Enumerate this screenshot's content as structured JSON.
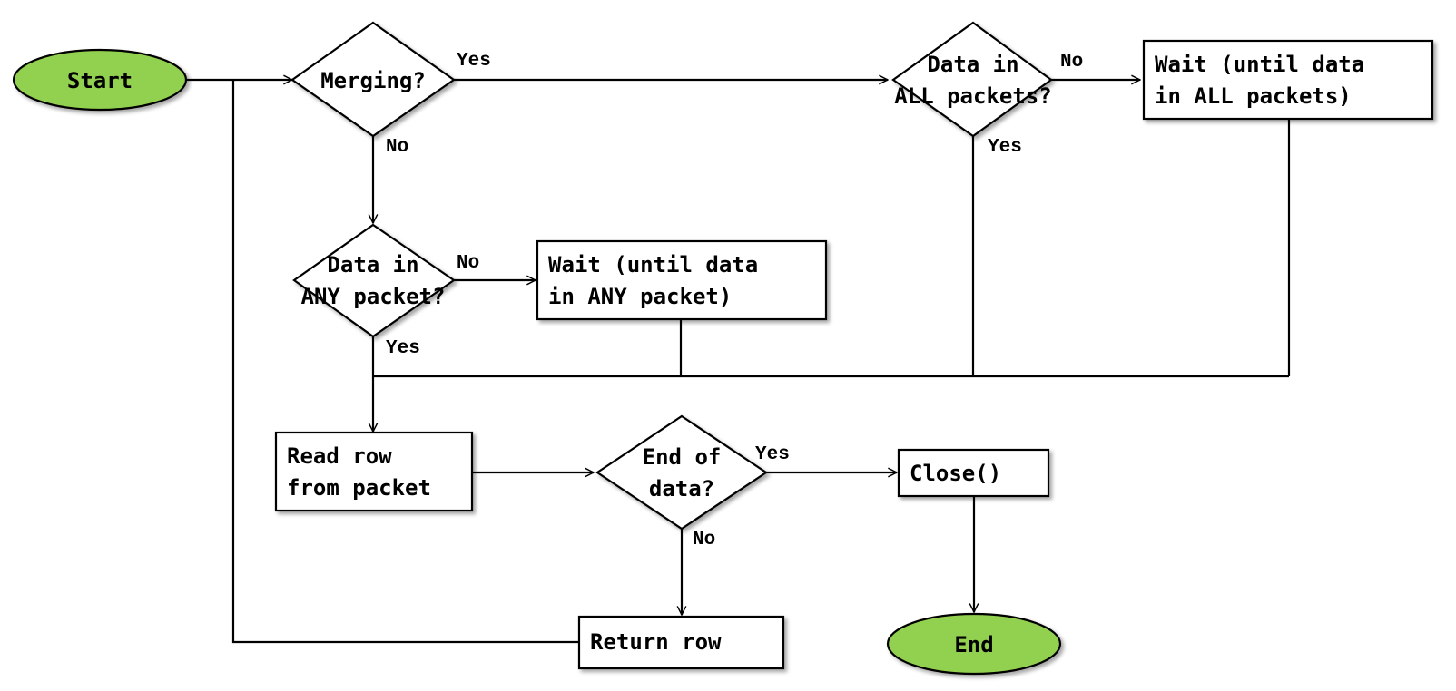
{
  "terminals": {
    "start": "Start",
    "end": "End"
  },
  "decisions": {
    "merging": [
      "Merging?"
    ],
    "all_packets": [
      "Data in",
      "ALL packets?"
    ],
    "any_packet": [
      "Data in",
      "ANY packet?"
    ],
    "end_of_data": [
      "End of",
      "data?"
    ]
  },
  "processes": {
    "wait_all": [
      "Wait (until data",
      "in ALL packets)"
    ],
    "wait_any": [
      "Wait (until data",
      "in ANY packet)"
    ],
    "read_row": [
      "Read row",
      "from packet"
    ],
    "close": [
      "Close()"
    ],
    "return_row": [
      "Return row"
    ]
  },
  "edge_labels": {
    "merging_yes": "Yes",
    "merging_no": "No",
    "all_no": "No",
    "all_yes": "Yes",
    "any_no": "No",
    "any_yes": "Yes",
    "end_yes": "Yes",
    "end_no": "No"
  },
  "colors": {
    "terminal_fill": "#92d050",
    "stroke": "#000000",
    "box_fill": "#ffffff"
  }
}
